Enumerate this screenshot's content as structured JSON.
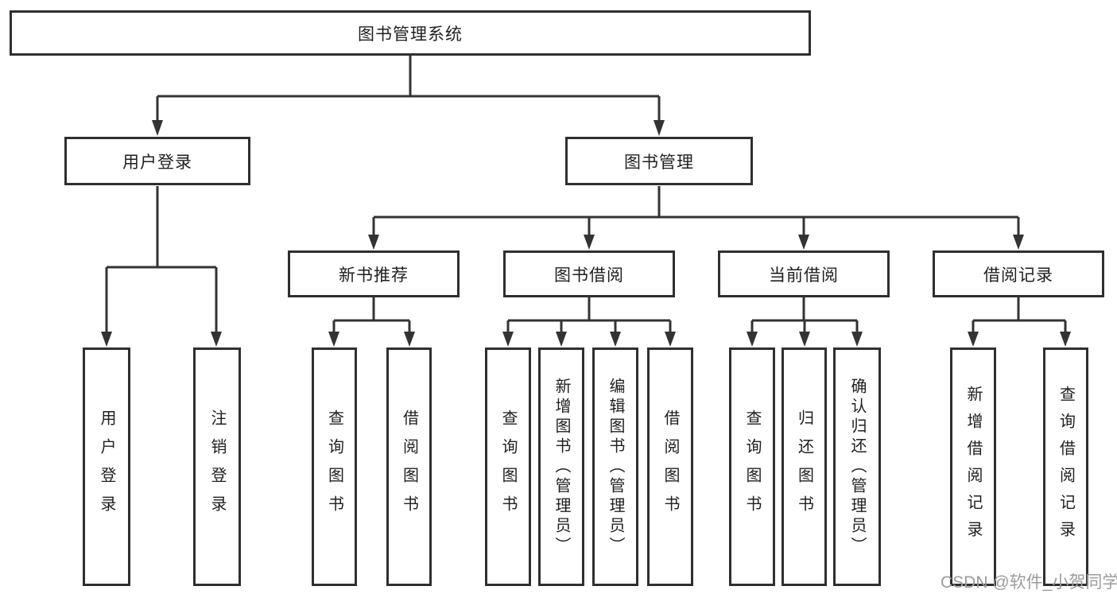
{
  "nodes": {
    "root": "图书管理系统",
    "user_login_branch": "用户登录",
    "book_mgmt_branch": "图书管理",
    "user_login": "用户登录",
    "logout_login": "注销登录",
    "new_book_rec": "新书推荐",
    "book_borrow": "图书借阅",
    "current_borrow": "当前借阅",
    "borrow_record": "借阅记录",
    "nbr_query_book": "查询图书",
    "nbr_borrow_book": "借阅图书",
    "bb_query_book": "查询图书",
    "bb_add_book_admin": "新增图书（管理员）",
    "bb_edit_book_admin": "编辑图书（管理员）",
    "bb_borrow_book": "借阅图书",
    "cb_query_book": "查询图书",
    "cb_return_book": "归还图书",
    "cb_confirm_return_admin": "确认归还（管理员）",
    "br_add_record": "新增借阅记录",
    "br_query_record": "查询借阅记录"
  },
  "watermark": "CSDN @软件_小贺同学",
  "colors": {
    "line": "#333333",
    "box_border": "#2f2f2f",
    "box_fill": "#ffffff",
    "text": "#1f1f1f",
    "watermark": "#9c9c9c"
  }
}
